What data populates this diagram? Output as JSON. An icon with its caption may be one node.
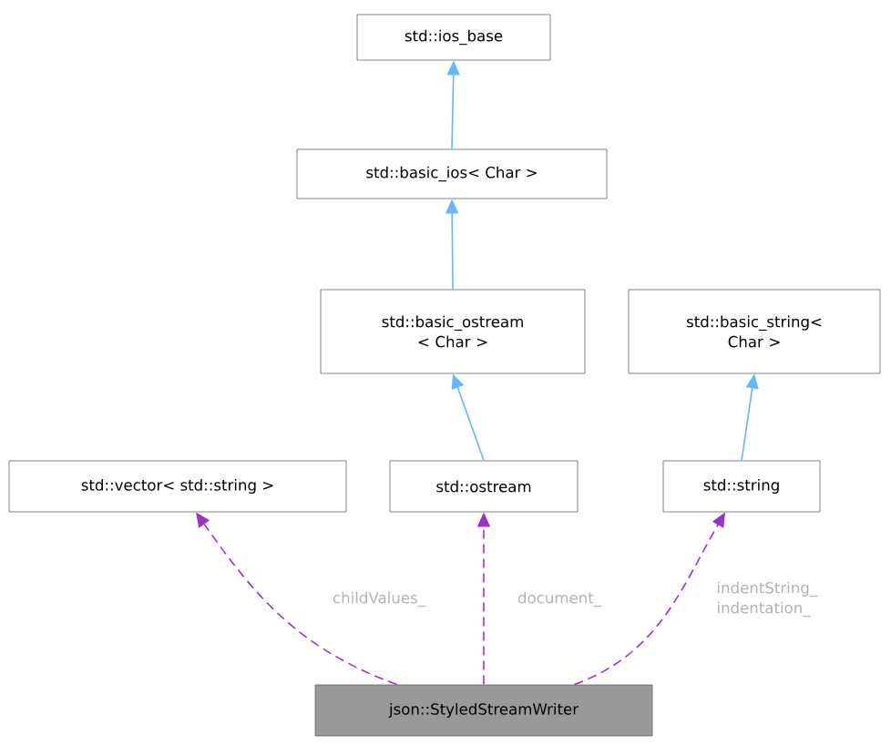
{
  "diagram": {
    "nodes": [
      {
        "text": [
          "std::ios_base"
        ]
      },
      {
        "text": [
          "std::basic_ios< Char >"
        ]
      },
      {
        "text": [
          "std::basic_ostream < Char >"
        ]
      },
      {
        "text": [
          "std::basic_string< Char >"
        ]
      },
      {
        "text": [
          "std::vector< std::string >"
        ]
      },
      {
        "text": [
          "std::ostream"
        ]
      },
      {
        "text": [
          "std::string"
        ]
      },
      {
        "text": [
          "json::StyledStreamWriter"
        ]
      }
    ],
    "edges": [
      {
        "from": 1,
        "to": 0,
        "arrow": "to",
        "color": "#63b8ff"
      },
      {
        "from": 2,
        "to": 1,
        "arrow": "to",
        "color": "#63b8ff"
      },
      {
        "from": 5,
        "to": 2,
        "arrow": "to",
        "color": "#63b8ff"
      },
      {
        "from": 6,
        "to": 3,
        "arrow": "to",
        "color": "#63b8ff"
      },
      {
        "from": 7,
        "to": 4,
        "arrow": "to",
        "style": "dashed",
        "color": "#9a32cd",
        "label": "childValues_"
      },
      {
        "from": 7,
        "to": 5,
        "arrow": "to",
        "style": "dashed",
        "color": "#9a32cd",
        "label": "document_"
      },
      {
        "from": 7,
        "to": 6,
        "arrow": "to",
        "style": "dashed",
        "color": "#9a32cd",
        "label": "indentString_ indentation_"
      }
    ]
  }
}
